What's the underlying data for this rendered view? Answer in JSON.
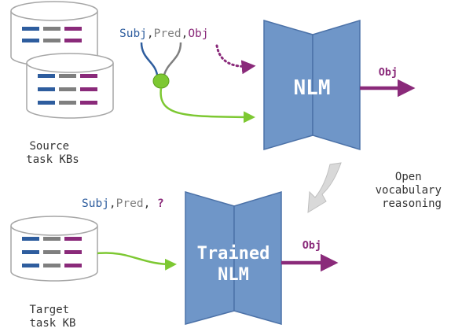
{
  "colors": {
    "subj": "#2e5d9e",
    "pred": "#7f7f7f",
    "obj": "#8a2a7a",
    "green": "#7dc832",
    "nlm_fill": "#6f96c8",
    "nlm_stroke": "#4c72a8",
    "db_stroke": "#a6a6a6",
    "reasoning_arrow": "#d9d9d9"
  },
  "top": {
    "triple": {
      "subj": "Subj",
      "sep1": ",",
      "pred": "Pred",
      "sep2": ",",
      "obj": "Obj"
    },
    "nlm_label": "NLM",
    "output_label": "Obj",
    "source_label": [
      "Source",
      "task KBs"
    ]
  },
  "reasoning_label": [
    "Open",
    "vocabulary",
    "reasoning"
  ],
  "bottom": {
    "triple": {
      "subj": "Subj",
      "sep1": ",",
      "pred": "Pred",
      "sep2": ", ",
      "obj": "?"
    },
    "nlm_label": [
      "Trained",
      "NLM"
    ],
    "output_label": "Obj",
    "target_label": [
      "Target",
      "task KB"
    ]
  }
}
